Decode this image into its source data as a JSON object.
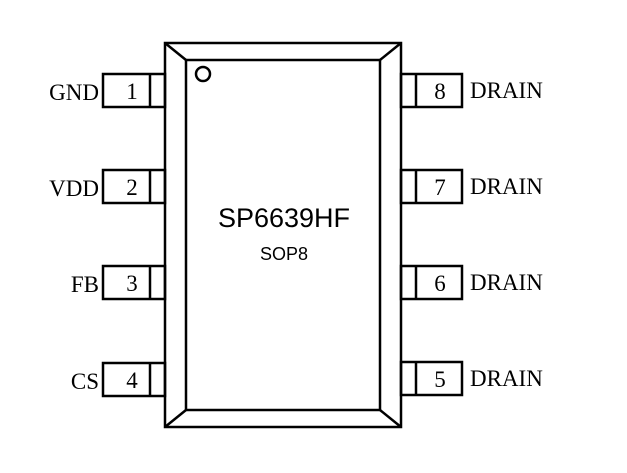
{
  "chip": {
    "name": "SP6639HF",
    "package": "SOP8"
  },
  "pins": [
    {
      "number": "1",
      "label": "GND",
      "side": "left"
    },
    {
      "number": "2",
      "label": "VDD",
      "side": "left"
    },
    {
      "number": "3",
      "label": "FB",
      "side": "left"
    },
    {
      "number": "4",
      "label": "CS",
      "side": "left"
    },
    {
      "number": "8",
      "label": "DRAIN",
      "side": "right"
    },
    {
      "number": "7",
      "label": "DRAIN",
      "side": "right"
    },
    {
      "number": "6",
      "label": "DRAIN",
      "side": "right"
    },
    {
      "number": "5",
      "label": "DRAIN",
      "side": "right"
    }
  ]
}
